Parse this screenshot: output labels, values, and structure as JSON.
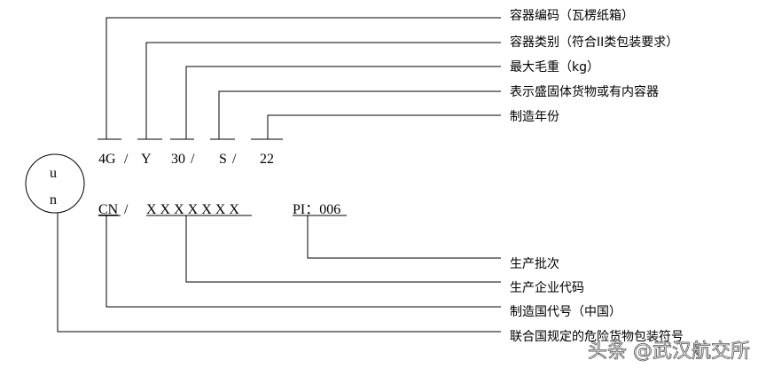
{
  "mark": {
    "u": "u",
    "n": "n"
  },
  "row1": {
    "c1": "4G",
    "s1": "/",
    "c2": "Y",
    "c3": "30",
    "s3": "/",
    "c4": "S",
    "s4": "/",
    "c5": "22"
  },
  "row2": {
    "cn": "CN",
    "s1": "/",
    "xs": "X X X X X X X",
    "pi": "PI：006"
  },
  "labels": [
    "容器编码（瓦楞纸箱）",
    "容器类别（符合II类包装要求）",
    "最大毛重（kg）",
    "表示盛固体货物或有内容器",
    "制造年份",
    "生产批次",
    "生产企业代码",
    "制造国代号（中国）",
    "联合国规定的危险货物包装符号"
  ],
  "watermark": "头条 @武汉航交所"
}
